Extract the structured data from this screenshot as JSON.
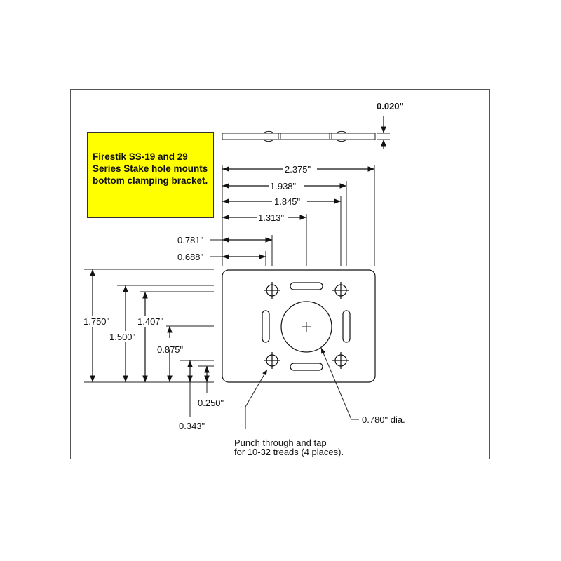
{
  "note": "Firestik SS-19 and 29 Series Stake hole mounts bottom clamping bracket.",
  "thickness": "0.020\"",
  "horizontal_dims": [
    "2.375\"",
    "1.938\"",
    "1.845\"",
    "1.313\"",
    "0.781\"",
    "0.688\""
  ],
  "vertical_dims": [
    "1.750\"",
    "1.500\"",
    "1.407\"",
    "0.875\"",
    "0.343\"",
    "0.250\""
  ],
  "center_hole": "0.780\" dia.",
  "tap_note_line1": "Punch through and tap",
  "tap_note_line2": "for 10-32 treads (4 places)."
}
